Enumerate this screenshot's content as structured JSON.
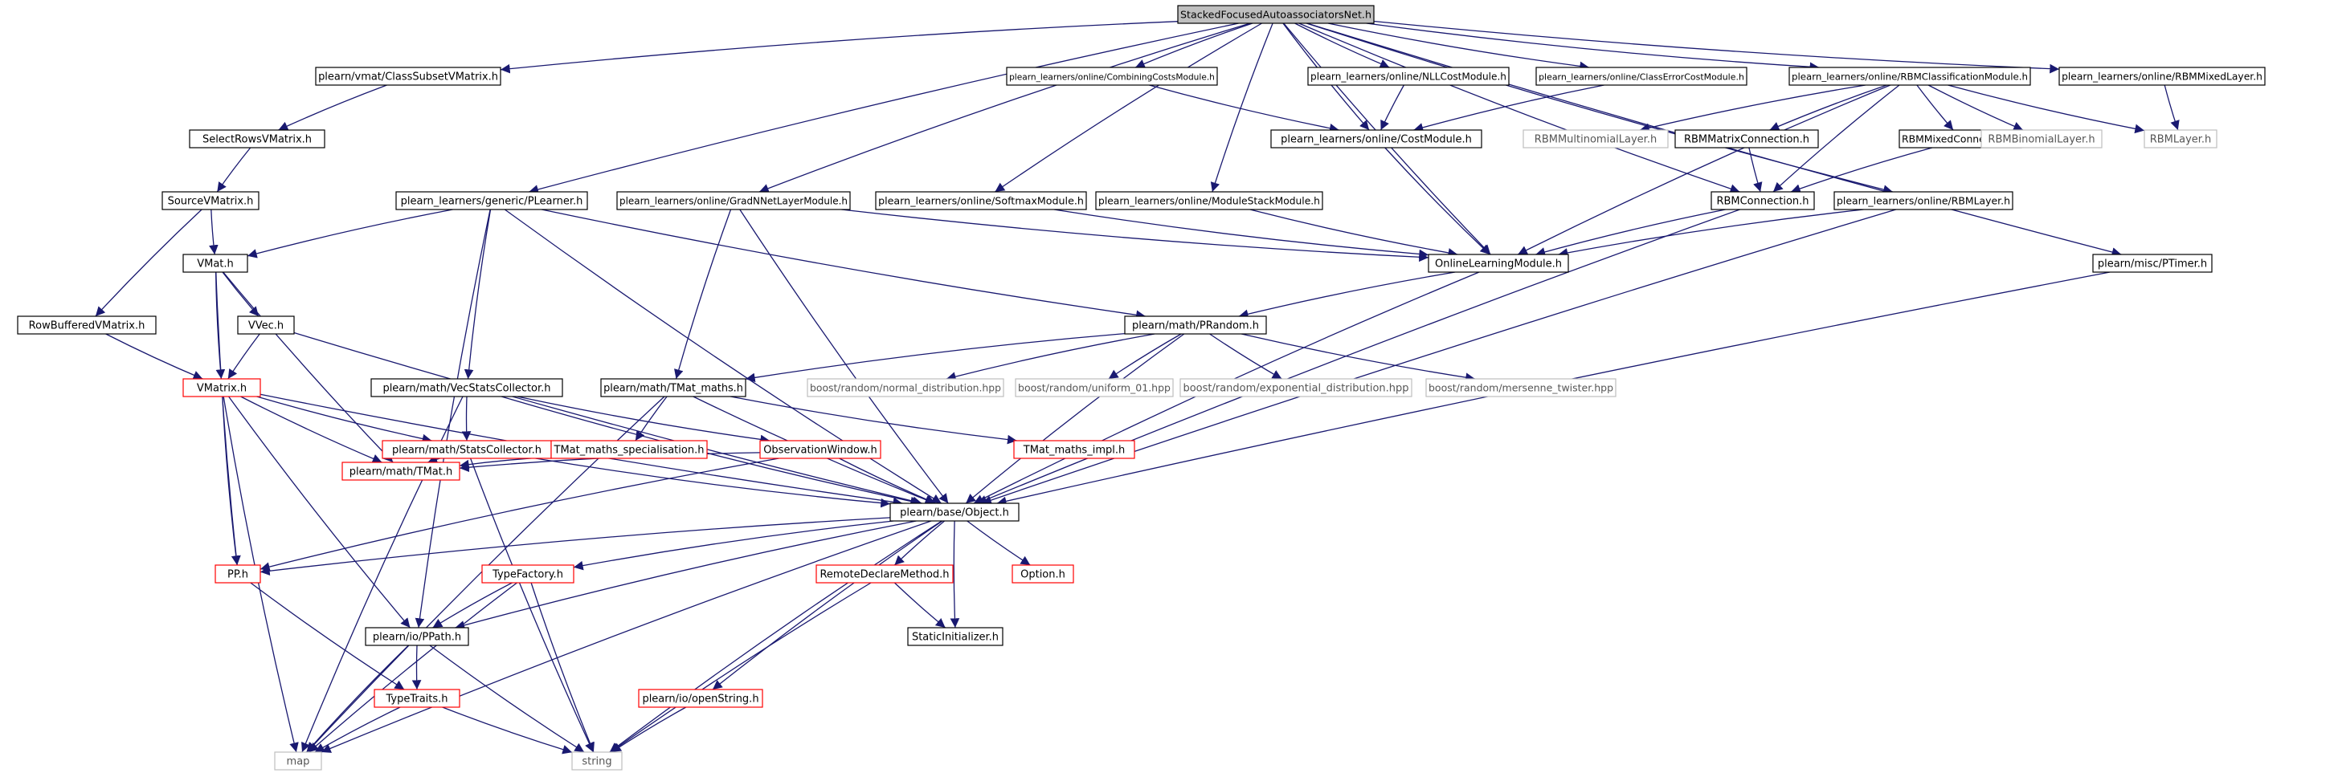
{
  "graph": {
    "colors": {
      "edge": "#191970",
      "box_black": "#000000",
      "box_red": "#ff0000",
      "box_gray": "#bfbfbf",
      "root_fill": "#bfbfbf"
    },
    "nodes": [
      {
        "id": "root",
        "label": "StackedFocusedAutoassociatorsNet.h",
        "style": "root"
      },
      {
        "id": "classsubset",
        "label": "plearn/vmat/ClassSubsetVMatrix.h",
        "style": "black"
      },
      {
        "id": "combining",
        "label": "plearn_learners/online/CombiningCostsModule.h",
        "style": "black"
      },
      {
        "id": "nllcost",
        "label": "plearn_learners/online/NLLCostModule.h",
        "style": "black"
      },
      {
        "id": "classerror",
        "label": "plearn_learners/online/ClassErrorCostModule.h",
        "style": "black"
      },
      {
        "id": "rbmclass",
        "label": "plearn_learners/online/RBMClassificationModule.h",
        "style": "black"
      },
      {
        "id": "rbmmixedlayer",
        "label": "plearn_learners/online/RBMMixedLayer.h",
        "style": "black"
      },
      {
        "id": "selectrows",
        "label": "SelectRowsVMatrix.h",
        "style": "black"
      },
      {
        "id": "costmodule",
        "label": "plearn_learners/online/CostModule.h",
        "style": "black"
      },
      {
        "id": "rbmmultinomial",
        "label": "RBMMultinomialLayer.h",
        "style": "gray"
      },
      {
        "id": "rbmmatrixconn",
        "label": "RBMMatrixConnection.h",
        "style": "black"
      },
      {
        "id": "rbmmixedconn",
        "label": "RBMMixedConnection.h",
        "style": "black"
      },
      {
        "id": "rbmbinomial",
        "label": "RBMBinomialLayer.h",
        "style": "gray"
      },
      {
        "id": "rbmlayerg",
        "label": "RBMLayer.h",
        "style": "gray"
      },
      {
        "id": "sourcevm",
        "label": "SourceVMatrix.h",
        "style": "black"
      },
      {
        "id": "plearner",
        "label": "plearn_learners/generic/PLearner.h",
        "style": "black"
      },
      {
        "id": "gradnnet",
        "label": "plearn_learners/online/GradNNetLayerModule.h",
        "style": "black"
      },
      {
        "id": "softmax",
        "label": "plearn_learners/online/SoftmaxModule.h",
        "style": "black"
      },
      {
        "id": "modulestack",
        "label": "plearn_learners/online/ModuleStackModule.h",
        "style": "black"
      },
      {
        "id": "rbmconn",
        "label": "RBMConnection.h",
        "style": "black"
      },
      {
        "id": "rbmlayer",
        "label": "plearn_learners/online/RBMLayer.h",
        "style": "black"
      },
      {
        "id": "vmat",
        "label": "VMat.h",
        "style": "black"
      },
      {
        "id": "onlinelearning",
        "label": "OnlineLearningModule.h",
        "style": "black"
      },
      {
        "id": "ptimer",
        "label": "plearn/misc/PTimer.h",
        "style": "black"
      },
      {
        "id": "rowbuffered",
        "label": "RowBufferedVMatrix.h",
        "style": "black"
      },
      {
        "id": "vvec",
        "label": "VVec.h",
        "style": "black"
      },
      {
        "id": "prandom",
        "label": "plearn/math/PRandom.h",
        "style": "black"
      },
      {
        "id": "vmatrix",
        "label": "VMatrix.h",
        "style": "red"
      },
      {
        "id": "vecstats",
        "label": "plearn/math/VecStatsCollector.h",
        "style": "black"
      },
      {
        "id": "tmatmaths",
        "label": "plearn/math/TMat_maths.h",
        "style": "black"
      },
      {
        "id": "normal",
        "label": "boost/random/normal_distribution.hpp",
        "style": "gray"
      },
      {
        "id": "uniform01",
        "label": "boost/random/uniform_01.hpp",
        "style": "gray"
      },
      {
        "id": "exponential",
        "label": "boost/random/exponential_distribution.hpp",
        "style": "gray"
      },
      {
        "id": "mersenne",
        "label": "boost/random/mersenne_twister.hpp",
        "style": "gray"
      },
      {
        "id": "statscollector",
        "label": "plearn/math/StatsCollector.h",
        "style": "red"
      },
      {
        "id": "tmatspecial",
        "label": "TMat_maths_specialisation.h",
        "style": "red"
      },
      {
        "id": "observation",
        "label": "ObservationWindow.h",
        "style": "red"
      },
      {
        "id": "tmatimpl",
        "label": "TMat_maths_impl.h",
        "style": "red"
      },
      {
        "id": "tmat",
        "label": "plearn/math/TMat.h",
        "style": "red"
      },
      {
        "id": "object",
        "label": "plearn/base/Object.h",
        "style": "black"
      },
      {
        "id": "pp",
        "label": "PP.h",
        "style": "red"
      },
      {
        "id": "typefactory",
        "label": "TypeFactory.h",
        "style": "red"
      },
      {
        "id": "remotedeclare",
        "label": "RemoteDeclareMethod.h",
        "style": "red"
      },
      {
        "id": "option",
        "label": "Option.h",
        "style": "red"
      },
      {
        "id": "ppath",
        "label": "plearn/io/PPath.h",
        "style": "black"
      },
      {
        "id": "staticinit",
        "label": "StaticInitializer.h",
        "style": "black"
      },
      {
        "id": "typetraits",
        "label": "TypeTraits.h",
        "style": "red"
      },
      {
        "id": "openstring",
        "label": "plearn/io/openString.h",
        "style": "red"
      },
      {
        "id": "map",
        "label": "map",
        "style": "gray"
      },
      {
        "id": "string",
        "label": "string",
        "style": "gray"
      }
    ],
    "edges": [
      [
        "root",
        "classsubset"
      ],
      [
        "root",
        "combining"
      ],
      [
        "root",
        "nllcost"
      ],
      [
        "root",
        "classerror"
      ],
      [
        "root",
        "rbmclass"
      ],
      [
        "root",
        "rbmmixedlayer"
      ],
      [
        "root",
        "costmodule"
      ],
      [
        "root",
        "plearner"
      ],
      [
        "root",
        "gradnnet"
      ],
      [
        "root",
        "softmax"
      ],
      [
        "root",
        "modulestack"
      ],
      [
        "root",
        "onlinelearning"
      ],
      [
        "root",
        "rbmconn"
      ],
      [
        "root",
        "rbmlayer"
      ],
      [
        "root",
        "ptimer"
      ],
      [
        "classsubset",
        "selectrows"
      ],
      [
        "selectrows",
        "sourcevm"
      ],
      [
        "sourcevm",
        "vmat"
      ],
      [
        "sourcevm",
        "rowbuffered"
      ],
      [
        "combining",
        "costmodule"
      ],
      [
        "nllcost",
        "costmodule"
      ],
      [
        "classerror",
        "costmodule"
      ],
      [
        "rbmclass",
        "onlinelearning"
      ],
      [
        "rbmclass",
        "rbmmultinomial"
      ],
      [
        "rbmclass",
        "rbmmatrixconn"
      ],
      [
        "rbmclass",
        "rbmmixedconn"
      ],
      [
        "rbmclass",
        "rbmbinomial"
      ],
      [
        "rbmclass",
        "rbmlayerg"
      ],
      [
        "rbmclass",
        "rbmconn"
      ],
      [
        "rbmmixedlayer",
        "rbmlayerg"
      ],
      [
        "costmodule",
        "onlinelearning"
      ],
      [
        "rbmmatrixconn",
        "rbmconn"
      ],
      [
        "rbmmixedconn",
        "rbmconn"
      ],
      [
        "rbmconn",
        "onlinelearning"
      ],
      [
        "rbmconn",
        "object"
      ],
      [
        "rbmlayer",
        "onlinelearning"
      ],
      [
        "rbmlayer",
        "object"
      ],
      [
        "plearner",
        "vmat"
      ],
      [
        "plearner",
        "prandom"
      ],
      [
        "plearner",
        "vecstats"
      ],
      [
        "plearner",
        "ppath"
      ],
      [
        "plearner",
        "object"
      ],
      [
        "gradnnet",
        "onlinelearning"
      ],
      [
        "gradnnet",
        "tmatmaths"
      ],
      [
        "gradnnet",
        "object"
      ],
      [
        "softmax",
        "onlinelearning"
      ],
      [
        "modulestack",
        "onlinelearning"
      ],
      [
        "onlinelearning",
        "prandom"
      ],
      [
        "onlinelearning",
        "object"
      ],
      [
        "ptimer",
        "object"
      ],
      [
        "vmat",
        "vvec"
      ],
      [
        "vmat",
        "vmatrix"
      ],
      [
        "vmat",
        "tmat"
      ],
      [
        "vmat",
        "pp"
      ],
      [
        "rowbuffered",
        "vmatrix"
      ],
      [
        "vvec",
        "vmatrix"
      ],
      [
        "vvec",
        "object"
      ],
      [
        "prandom",
        "tmatmaths"
      ],
      [
        "prandom",
        "normal"
      ],
      [
        "prandom",
        "uniform01"
      ],
      [
        "prandom",
        "exponential"
      ],
      [
        "prandom",
        "mersenne"
      ],
      [
        "prandom",
        "object"
      ],
      [
        "vmatrix",
        "statscollector"
      ],
      [
        "vmatrix",
        "tmat"
      ],
      [
        "vmatrix",
        "pp"
      ],
      [
        "vmatrix",
        "ppath"
      ],
      [
        "vmatrix",
        "map"
      ],
      [
        "vmatrix",
        "object"
      ],
      [
        "vecstats",
        "statscollector"
      ],
      [
        "vecstats",
        "observation"
      ],
      [
        "vecstats",
        "object"
      ],
      [
        "vecstats",
        "map"
      ],
      [
        "tmatmaths",
        "tmatspecial"
      ],
      [
        "tmatmaths",
        "tmatimpl"
      ],
      [
        "tmatmaths",
        "object"
      ],
      [
        "tmatmaths",
        "map"
      ],
      [
        "statscollector",
        "tmat"
      ],
      [
        "statscollector",
        "object"
      ],
      [
        "statscollector",
        "string"
      ],
      [
        "tmatspecial",
        "tmat"
      ],
      [
        "observation",
        "object"
      ],
      [
        "observation",
        "tmat"
      ],
      [
        "observation",
        "pp"
      ],
      [
        "object",
        "pp"
      ],
      [
        "object",
        "typefactory"
      ],
      [
        "object",
        "remotedeclare"
      ],
      [
        "object",
        "option"
      ],
      [
        "object",
        "ppath"
      ],
      [
        "object",
        "staticinit"
      ],
      [
        "object",
        "openstring"
      ],
      [
        "object",
        "map"
      ],
      [
        "object",
        "string"
      ],
      [
        "pp",
        "typetraits"
      ],
      [
        "typefactory",
        "ppath"
      ],
      [
        "typefactory",
        "map"
      ],
      [
        "typefactory",
        "string"
      ],
      [
        "remotedeclare",
        "staticinit"
      ],
      [
        "remotedeclare",
        "string"
      ],
      [
        "ppath",
        "typetraits"
      ],
      [
        "ppath",
        "map"
      ],
      [
        "ppath",
        "string"
      ],
      [
        "typetraits",
        "map"
      ],
      [
        "typetraits",
        "string"
      ],
      [
        "openstring",
        "string"
      ]
    ]
  }
}
